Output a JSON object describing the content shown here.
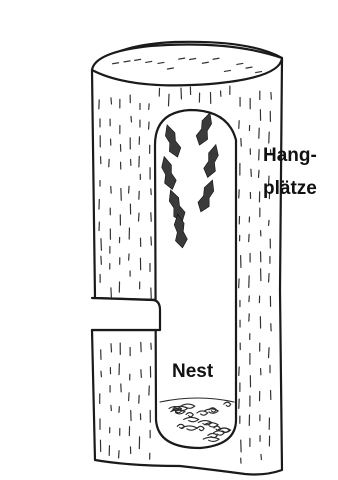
{
  "labels": {
    "roosts_line1": "Hang-",
    "roosts_line2": "plätze",
    "nest": "Nest"
  }
}
